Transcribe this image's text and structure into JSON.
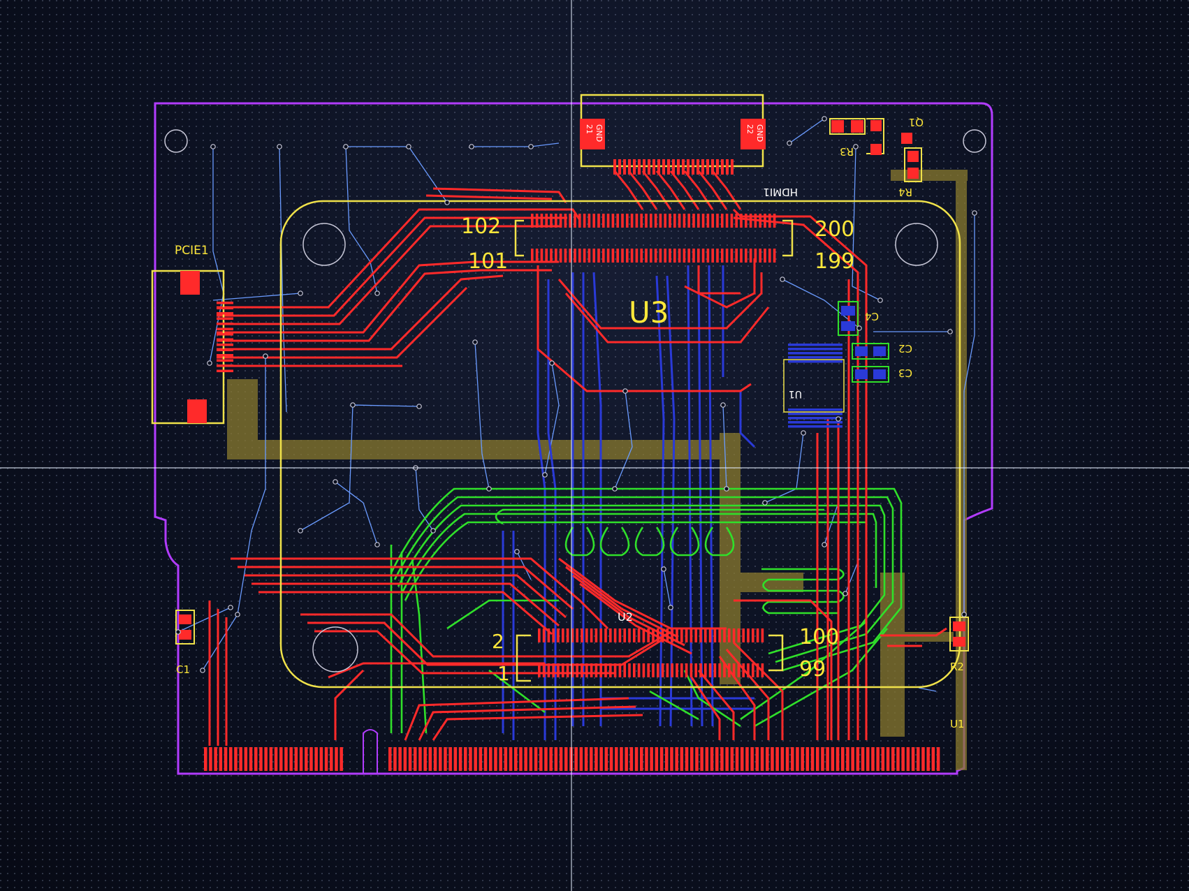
{
  "colors": {
    "board_outline": "#b23cff",
    "silkscreen": "#f0e24a",
    "top_copper": "#ff2a2a",
    "bottom_copper": "#2233cc",
    "inner_green": "#30e02a",
    "ratsnest": "#6a9bff",
    "pour": "#8a7a2e",
    "crosshair": "#e6f0ff"
  },
  "components": {
    "pcie": {
      "designator": "PCIE1"
    },
    "u3": {
      "designator": "U3",
      "pin_tl": "102",
      "pin_bl": "101",
      "pin_tr": "200",
      "pin_br": "199"
    },
    "u2": {
      "designator": "U2",
      "pin_tl": "2",
      "pin_bl": "1",
      "pin_tr": "100",
      "pin_br": "99"
    },
    "u1": {
      "designator": "U1"
    },
    "hdmi": {
      "designator": "HDMI1",
      "pad_left_num": "21",
      "pad_left_net": "GND",
      "pad_right_num": "22",
      "pad_right_net": "GND"
    },
    "c1": {
      "designator": "C1"
    },
    "c2": {
      "designator": "C2"
    },
    "c3": {
      "designator": "C3"
    },
    "c4": {
      "designator": "C4"
    },
    "q1": {
      "designator": "Q1"
    },
    "r2": {
      "designator": "R2"
    },
    "r3": {
      "designator": "R3"
    },
    "r4": {
      "designator": "R4"
    },
    "u_small": {
      "designator": "U1"
    }
  }
}
